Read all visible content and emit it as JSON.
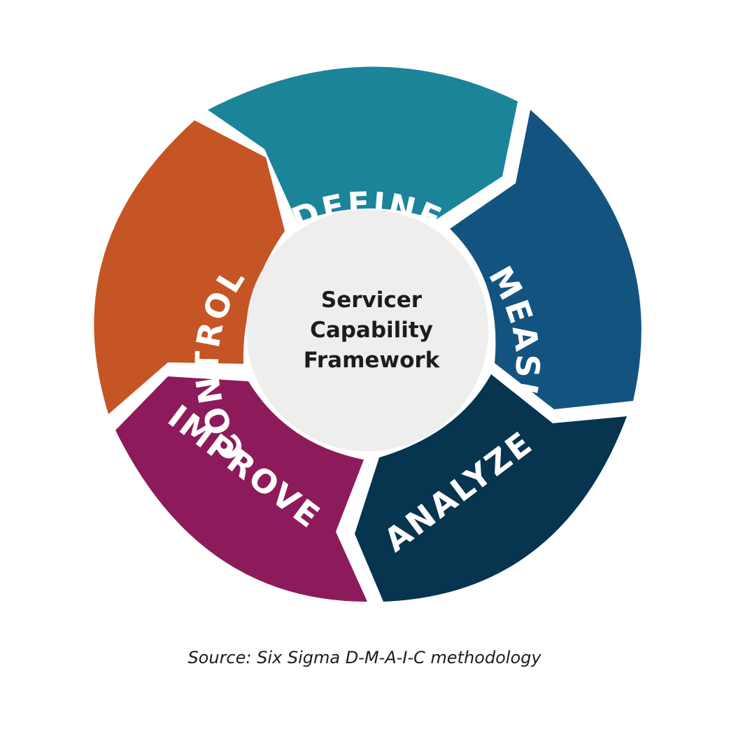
{
  "diagram": {
    "center": {
      "lines": [
        "Servicer",
        "Capability",
        "Framework"
      ],
      "fill": "#eeeeee"
    },
    "segments": [
      {
        "label": "DEFINE",
        "color": "#1b8499"
      },
      {
        "label": "MEASURE",
        "color": "#135380"
      },
      {
        "label": "ANALYZE",
        "color": "#07344f"
      },
      {
        "label": "IMPROVE",
        "color": "#8d1b5c"
      },
      {
        "label": "CONTROL",
        "color": "#c55524"
      }
    ]
  },
  "caption": "Source: Six Sigma D-M-A-I-C methodology"
}
